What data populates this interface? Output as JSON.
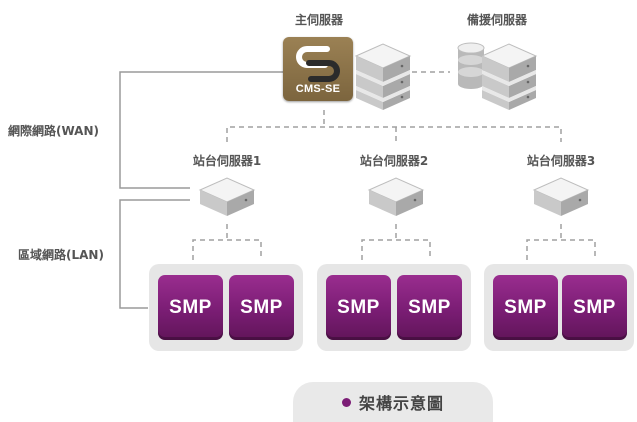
{
  "main_server": {
    "label": "主伺服器",
    "logo_text": "CMS-SE",
    "logo_color": "#8a7048"
  },
  "backup_server": {
    "label": "備援伺服器"
  },
  "networks": {
    "wan_label": "網際網路(WAN)",
    "lan_label": "區域網路(LAN)"
  },
  "sites": [
    {
      "label": "站台伺服器1",
      "players": [
        "SMP",
        "SMP"
      ]
    },
    {
      "label": "站台伺服器2",
      "players": [
        "SMP",
        "SMP"
      ]
    },
    {
      "label": "站台伺服器3",
      "players": [
        "SMP",
        "SMP"
      ]
    }
  ],
  "player_color": "#7f1f78",
  "caption": {
    "text": "架構示意圖"
  }
}
